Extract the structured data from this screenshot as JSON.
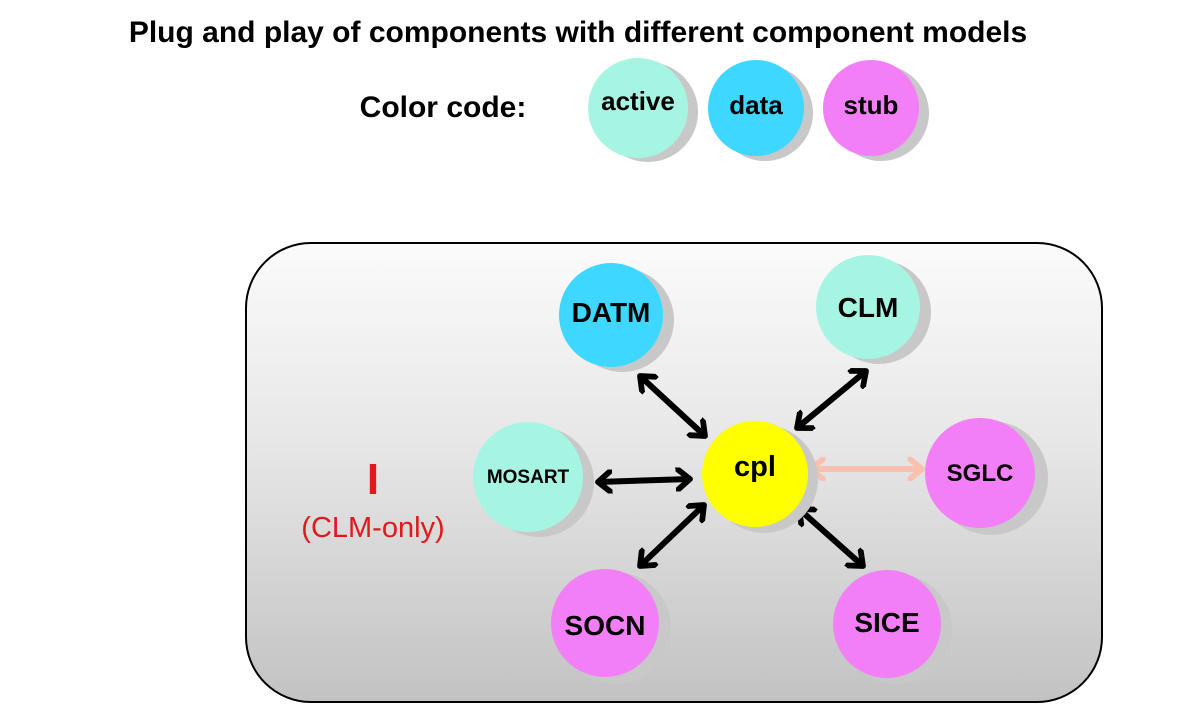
{
  "title": "Plug and play of components with different component models",
  "legend": {
    "label": "Color code:",
    "items": [
      {
        "label": "active",
        "color": "#a6f5e3"
      },
      {
        "label": "data",
        "color": "#3dd7ff"
      },
      {
        "label": "stub",
        "color": "#f27ff5"
      }
    ]
  },
  "mode": {
    "letter": "I",
    "caption": "(CLM-only)",
    "color": "#e0191c"
  },
  "coupler": {
    "label": "cpl",
    "color": "#ffff00"
  },
  "components": [
    {
      "label": "DATM",
      "kind": "data"
    },
    {
      "label": "CLM",
      "kind": "active"
    },
    {
      "label": "MOSART",
      "kind": "active"
    },
    {
      "label": "SGLC",
      "kind": "stub"
    },
    {
      "label": "SOCN",
      "kind": "stub"
    },
    {
      "label": "SICE",
      "kind": "stub"
    }
  ],
  "colors": {
    "panel_fill_top": "#fbfbfb",
    "panel_fill_bottom": "#c4c4c4",
    "shadow": "#c8c8c8",
    "arrow": "#000000",
    "faded_arrow": "#f9c0b0"
  }
}
